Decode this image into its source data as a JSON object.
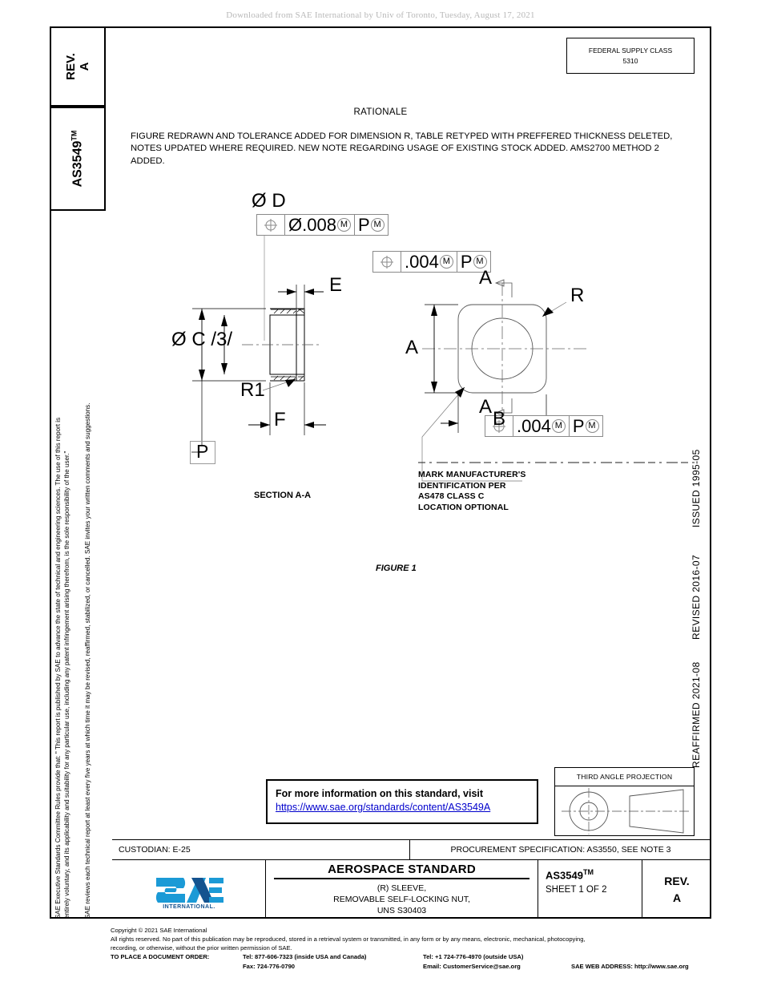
{
  "watermark": "Downloaded from SAE International by Univ of Toronto, Tuesday, August 17, 2021",
  "left_column": {
    "rev_label": "REV.",
    "rev_value": "A",
    "designation": "AS3549",
    "designation_tm": "TM",
    "legal_lines": [
      "SAE Executive Standards Committee Rules provide that: \" This report is published by SAE to advance the state of technical and engineering sciences. The use of this report is",
      "entirely voluntary, and its applicability and suitability for any particular use, including any patent infringement arising therefrom, is the sole responsibility of the user.\"",
      "SAE reviews each technical report at least every five years at which time it may be revised, reaffirmed, stabilized, or cancelled. SAE invites your written comments and suggestions."
    ]
  },
  "right_column": {
    "reaffirmed": "REAFFIRMED 2021-08",
    "revised": "REVISED 2016-07",
    "issued": "ISSUED 1995-05"
  },
  "federal_supply_class": {
    "label": "FEDERAL SUPPLY CLASS",
    "value": "5310"
  },
  "rationale": {
    "title": "RATIONALE",
    "body": "FIGURE REDRAWN AND TOLERANCE ADDED FOR DIMENSION R, TABLE RETYPED WITH PREFFERED THICKNESS DELETED, NOTES UPDATED WHERE REQUIRED. NEW NOTE REGARDING USAGE OF EXISTING STOCK ADDED. AMS2700 METHOD 2 ADDED."
  },
  "drawing": {
    "dia_d_label": "Ø D",
    "fcf_top": {
      "symbol": "position",
      "tolerance": "Ø.008",
      "mod1": "M",
      "datum": "P",
      "mod2": "M"
    },
    "fcf_mid": {
      "symbol": "position",
      "tolerance": ".004",
      "mod1": "M",
      "datum": "P",
      "mod2": "M"
    },
    "fcf_bottom": {
      "symbol": "position",
      "tolerance": ".004",
      "mod1": "M",
      "datum": "P",
      "mod2": "M"
    },
    "dim_e": "E",
    "dim_f": "F",
    "dim_r1": "R1",
    "dim_c": "Ø C /3/",
    "datum_p": "P",
    "dim_a_left": "A",
    "dim_a_top": "A",
    "dim_a_bottom": "A",
    "dim_b": "B",
    "dim_r": "R",
    "section_label": "SECTION A-A",
    "note_lines": [
      "MARK MANUFACTURER'S",
      "IDENTIFICATION PER",
      "AS478 CLASS C",
      "LOCATION OPTIONAL"
    ],
    "figure_caption": "FIGURE 1"
  },
  "info_box": {
    "line1": "For more information on this standard, visit",
    "link": "https://www.sae.org/standards/content/AS3549A"
  },
  "third_angle": {
    "title": "THIRD ANGLE PROJECTION"
  },
  "custodian_row": {
    "custodian": "CUSTODIAN: E-25",
    "procurement": "PROCUREMENT SPECIFICATION: AS3550, SEE NOTE 3"
  },
  "title_block": {
    "logo_text": "SAE",
    "logo_sub": "INTERNATIONAL",
    "heading": "AEROSPACE STANDARD",
    "sub_lines": [
      "(R) SLEEVE,",
      "REMOVABLE SELF-LOCKING NUT,",
      "UNS S30403"
    ],
    "doc_number": "AS3549",
    "doc_number_tm": "TM",
    "sheet": "SHEET 1 OF 2",
    "rev_label": "REV.",
    "rev_value": "A"
  },
  "footer": {
    "copyright": "Copyright © 2021 SAE International",
    "rights1": "All rights reserved. No part of this publication may be reproduced, stored in a retrieval system or transmitted, in any form or by any means, electronic, mechanical, photocopying,",
    "rights2": "recording, or otherwise, without the prior written permission of SAE.",
    "order_label": "TO PLACE A DOCUMENT ORDER:",
    "tel_inside": "Tel: 877-606-7323 (inside USA and Canada)",
    "fax": "Fax: 724-776-0790",
    "tel_outside": "Tel: +1 724-776-4970 (outside USA)",
    "email": "Email: CustomerService@sae.org",
    "web": "SAE WEB ADDRESS: http://www.sae.org"
  }
}
